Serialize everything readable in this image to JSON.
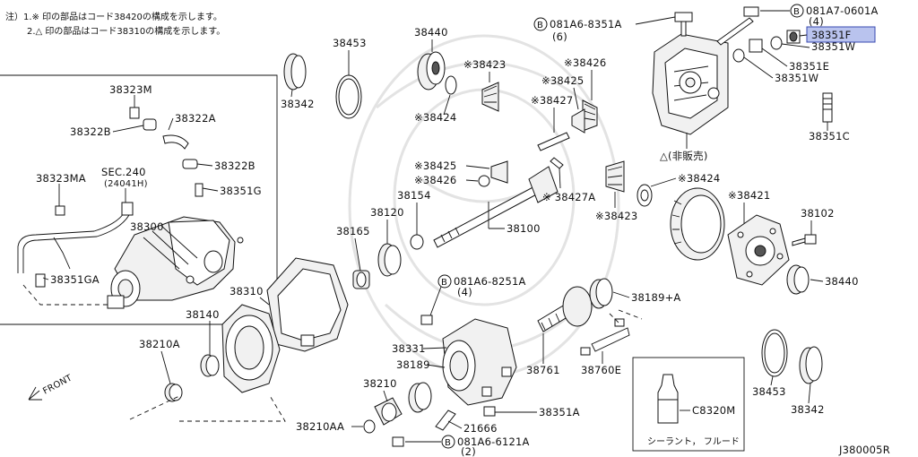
{
  "notes": {
    "line1": "注）1.※ 印の部品はコード38420の構成を示します。",
    "line2": "2.△ 印の部品はコード38310の構成を示します。"
  },
  "callouts": {
    "c38453_top": "38453",
    "c38440_top": "38440",
    "c38342_top": "38342",
    "c38423_top": "※38423",
    "c38424_top": "※38424",
    "c38426_top": "※38426",
    "c38425_top": "※38425",
    "c38427_top": "※38427",
    "bolt_8351_top_code": "081A6-8351A",
    "bolt_8351_top_qty": "(6)",
    "bolt_0601_code": "081A7-0601A",
    "bolt_0601_qty": "(4)",
    "c38351F": "38351F",
    "c38351W_1": "38351W",
    "c38351E": "38351E",
    "c38351W_2": "38351W",
    "c38351C": "38351C",
    "not_sold": "△(非販売)",
    "c38323M": "38323M",
    "c38322A": "38322A",
    "c38322B_l": "38322B",
    "c38322B_r": "38322B",
    "c38323MA": "38323MA",
    "sec240": "SEC.240",
    "sec240_sub": "(24041H)",
    "c38351G": "38351G",
    "c38300": "38300",
    "c38351GA": "38351GA",
    "c38425_mid": "※38425",
    "c38426_mid": "※38426",
    "c38154": "38154",
    "c38427A": "※ 38427A",
    "c38424_mid": "※38424",
    "c38423_mid": "※38423",
    "c38421": "※38421",
    "c38120": "38120",
    "c38165": "38165",
    "c38100": "38100",
    "c38102": "38102",
    "c38440_mid": "38440",
    "bolt_8251_code": "081A6-8251A",
    "bolt_8251_qty": "(4)",
    "c38189A": "38189+A",
    "c38310": "38310",
    "c38140": "38140",
    "c38210A": "38210A",
    "c38331": "38331",
    "c38189": "38189",
    "c38761": "38761",
    "c38760E": "38760E",
    "c38210": "38210",
    "c21666": "21666",
    "c38351A": "38351A",
    "c38210AA": "38210AA",
    "bolt_6121_code": "081A6-6121A",
    "bolt_6121_qty": "(2)",
    "c38453_bot": "38453",
    "c38342_bot": "38342",
    "front": "FRONT",
    "c8320M": "C8320M",
    "sealant": "シーラント， フルード",
    "ref_code": "J380005R",
    "bolt_mark": "B"
  },
  "highlight": {
    "part": "38351F",
    "color": "#b9c3ee"
  }
}
